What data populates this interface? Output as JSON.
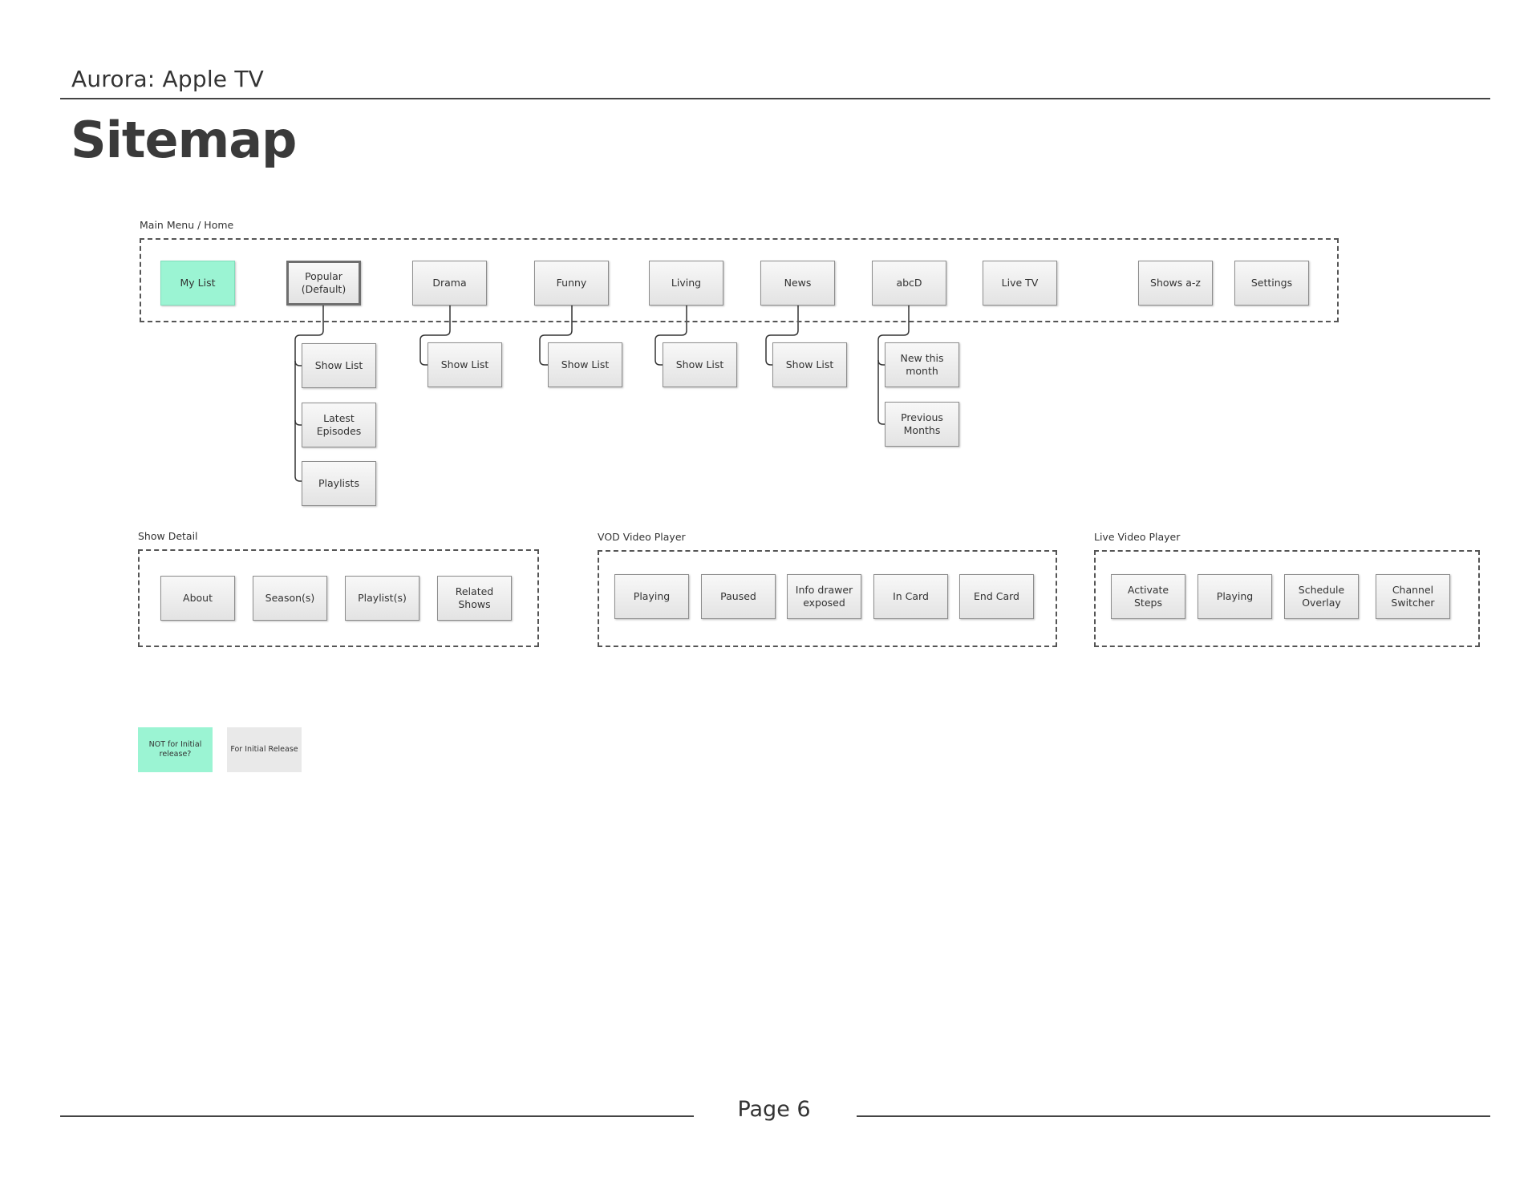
{
  "header": {
    "doc_title": "Aurora: Apple TV",
    "page_title": "Sitemap"
  },
  "groups": {
    "main_menu": {
      "label": "Main Menu / Home",
      "items": {
        "my_list": "My List",
        "popular": "Popular\n(Default)",
        "drama": "Drama",
        "funny": "Funny",
        "living": "Living",
        "news": "News",
        "abcd": "abcD",
        "live_tv": "Live TV",
        "shows_az": "Shows a-z",
        "settings": "Settings"
      },
      "children": {
        "popular": [
          "Show List",
          "Latest\nEpisodes",
          "Playlists"
        ],
        "drama": [
          "Show List"
        ],
        "funny": [
          "Show List"
        ],
        "living": [
          "Show List"
        ],
        "news": [
          "Show List"
        ],
        "abcd": [
          "New this\nmonth",
          "Previous\nMonths"
        ]
      }
    },
    "show_detail": {
      "label": "Show Detail",
      "items": [
        "About",
        "Season(s)",
        "Playlist(s)",
        "Related Shows"
      ]
    },
    "vod_player": {
      "label": "VOD Video Player",
      "items": [
        "Playing",
        "Paused",
        "Info drawer\nexposed",
        "In Card",
        "End Card"
      ]
    },
    "live_player": {
      "label": "Live Video Player",
      "items": [
        "Activate\nSteps",
        "Playing",
        "Schedule\nOverlay",
        "Channel\nSwitcher"
      ]
    }
  },
  "legend": {
    "not_initial": {
      "label": "NOT for Initial\nrelease?",
      "color": "#9bf4d3"
    },
    "initial": {
      "label": "For Initial Release",
      "color": "#e9e9e9"
    }
  },
  "footer": {
    "page": "Page 6"
  }
}
